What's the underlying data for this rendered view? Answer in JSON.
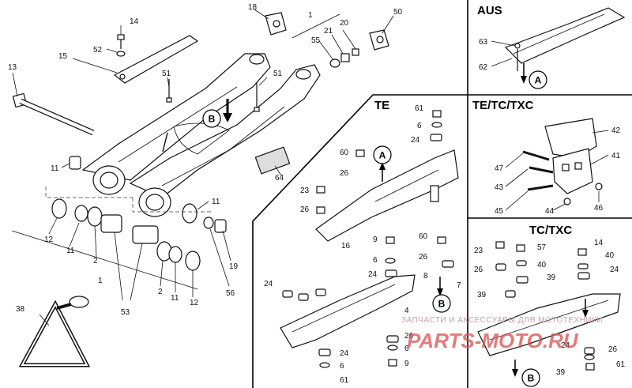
{
  "panels": {
    "aus": "AUS",
    "te": "TE",
    "te_tc_txc": "TE/TC/TXC",
    "tc_txc": "TC/TXC"
  },
  "circle_labels": {
    "a": "A",
    "b": "B"
  },
  "watermark": {
    "line1": "ЗАПЧАСТИ И АКСЕССУАРЫ ДЛЯ МОТОТЕХНИКИ",
    "line2": "PARTS-MOTO.RU"
  },
  "callouts": {
    "c1": "1",
    "c2": "2",
    "c4": "4",
    "c6": "6",
    "c7": "7",
    "c8": "8",
    "c9": "9",
    "c11": "11",
    "c12": "12",
    "c13": "13",
    "c14": "14",
    "c15": "15",
    "c16": "16",
    "c18": "18",
    "c19": "19",
    "c20": "20",
    "c21": "21",
    "c23": "23",
    "c24": "24",
    "c26": "26",
    "c38": "38",
    "c39": "39",
    "c40": "40",
    "c41": "41",
    "c42": "42",
    "c43": "43",
    "c44": "44",
    "c45": "45",
    "c46": "46",
    "c47": "47",
    "c50": "50",
    "c51": "51",
    "c52": "52",
    "c53": "53",
    "c55": "55",
    "c56": "56",
    "c57": "57",
    "c60": "60",
    "c61": "61",
    "c62": "62",
    "c63": "63",
    "c64": "64"
  }
}
